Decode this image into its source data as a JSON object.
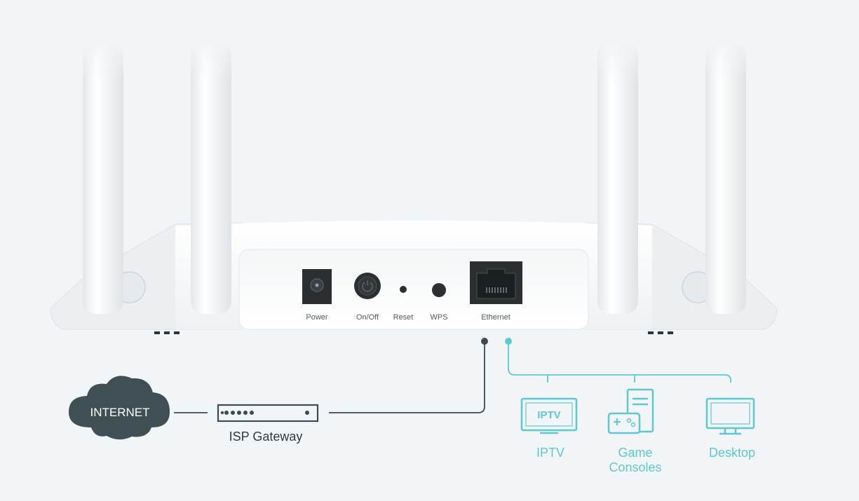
{
  "router": {
    "ports": [
      {
        "key": "power",
        "label": "Power"
      },
      {
        "key": "onoff",
        "label": "On/Off"
      },
      {
        "key": "reset",
        "label": "Reset"
      },
      {
        "key": "wps",
        "label": "WPS"
      },
      {
        "key": "ethernet",
        "label": "Ethernet"
      }
    ]
  },
  "upstream": {
    "cloud_label": "INTERNET",
    "gateway_label": "ISP Gateway"
  },
  "devices": {
    "iptv_screen_text": "IPTV",
    "iptv_label": "IPTV",
    "game_label_line1": "Game",
    "game_label_line2": "Consoles",
    "desktop_label": "Desktop"
  },
  "colors": {
    "background": "#f1f5f8",
    "dark_line": "#3d4a50",
    "accent_teal": "#5fc7d1",
    "cloud_fill": "#3f4f54"
  }
}
